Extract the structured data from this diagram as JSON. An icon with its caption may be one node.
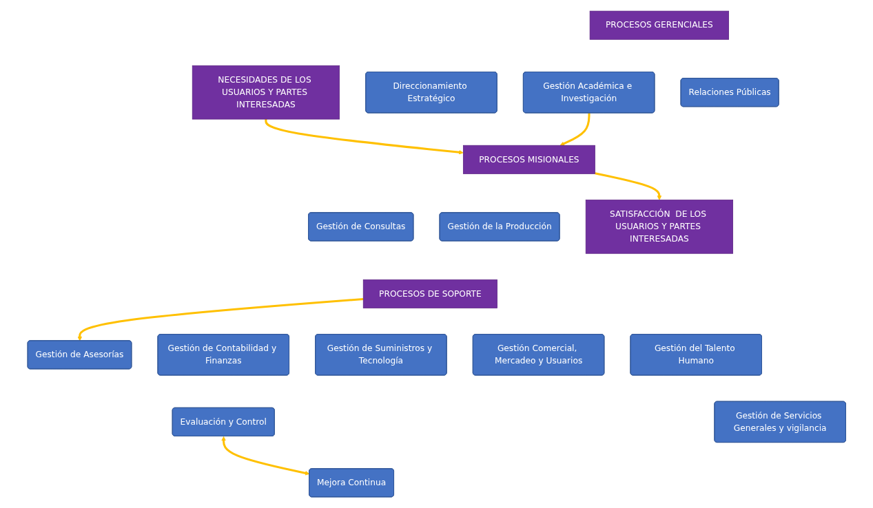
{
  "diagram": {
    "nodes": [
      {
        "text": [
          "NECESIDADES DE LOS USUARIOS Y PARTES INTERESADAS"
        ]
      },
      {
        "text": [
          "PROCESOS GERENCIALES"
        ]
      },
      {
        "text": [
          "Direccionamiento Estratégico"
        ]
      },
      {
        "text": [
          "Gestión Académica e Investigación"
        ]
      },
      {
        "text": [
          "Relaciones Públicas"
        ]
      },
      {
        "text": [
          "PROCESOS MISIONALES"
        ]
      },
      {
        "text": [
          "Gestión de Consultas"
        ]
      },
      {
        "text": [
          "Gestión de Asesorías"
        ]
      },
      {
        "text": [
          "Gestión de la Producción"
        ]
      },
      {
        "text": [
          "PROCESOS DE SOPORTE"
        ]
      },
      {
        "text": [
          "Gestión de Contabilidad y Finanzas"
        ]
      },
      {
        "text": [
          "Gestión de Suministros y Tecnología"
        ]
      },
      {
        "text": [
          "Gestión Comercial, Mercadeo y Usuarios"
        ]
      },
      {
        "text": [
          "Gestión del Talento Humano"
        ]
      },
      {
        "text": [
          "Gestión de Servicios Generales y vigilancia"
        ]
      },
      {
        "text": [
          "Evaluación y Control"
        ]
      },
      {
        "text": [
          "Mejora Continua"
        ]
      },
      {
        "text": [
          "SATISFACCIÓN  DE LOS USUARIOS Y PARTES INTERESADAS"
        ]
      }
    ],
    "edges": [
      {
        "from": 0,
        "to": 5,
        "arrow": "to",
        "color": "#ffc000"
      },
      {
        "from": 3,
        "to": 5,
        "arrow": "to",
        "color": "#ffc000"
      },
      {
        "from": 9,
        "to": 7,
        "arrow": "to",
        "color": "#ffc000"
      },
      {
        "from": 15,
        "to": 16,
        "arrow": "both",
        "color": "#ffc000"
      },
      {
        "from": 5,
        "to": 17,
        "arrow": "to",
        "color": "#ffc000"
      }
    ]
  }
}
